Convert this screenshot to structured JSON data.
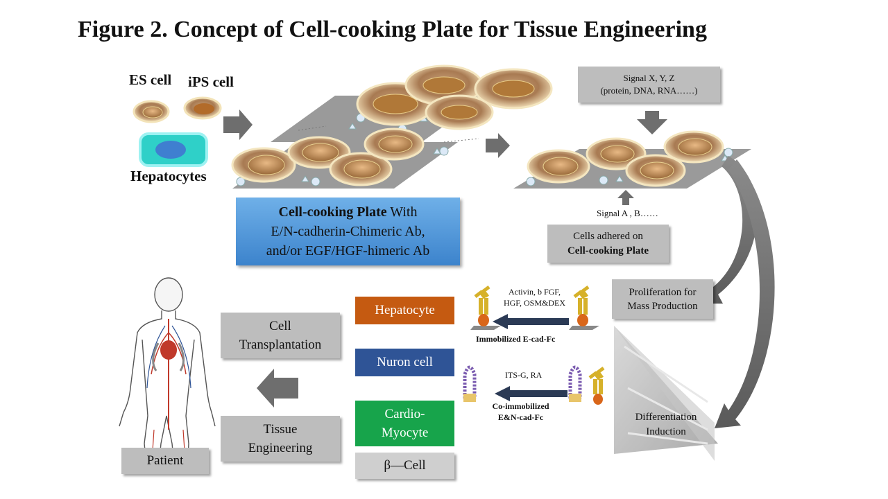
{
  "title": "Figure 2. Concept of Cell-cooking Plate for Tissue Engineering",
  "sources": {
    "es": "ES cell",
    "ips": "iPS cell",
    "hepatocytes": "Hepatocytes"
  },
  "plate_box": {
    "line1_bold": "Cell-cooking Plate",
    "line1_rest": " With",
    "line2": "E/N-cadherin-Chimeric Ab,",
    "line3": "and/or EGF/HGF-himeric Ab"
  },
  "signal_xyz": {
    "line1": "Signal  X, Y, Z",
    "line2": "(protein,  DNA, RNA……)"
  },
  "signal_ab": "Signal  A , B……",
  "cells_adhered": {
    "line1": "Cells adhered on",
    "line2": "Cell-cooking Plate"
  },
  "proliferation": {
    "line1": "Proliferation  for",
    "line2": "Mass Production"
  },
  "activin": {
    "line1": "Activin, b FGF,",
    "line2": "HGF, OSM&DEX"
  },
  "immobilized_ecad": "Immobilized  E-cad-Fc",
  "its_g": "ITS-G, RA",
  "co_immobilized": {
    "line1": "Co-immobilized",
    "line2": "E&N-cad-Fc"
  },
  "differentiation": {
    "line1": "Differentiation",
    "line2": "Induction"
  },
  "targets": {
    "hepatocyte": "Hepatocyte",
    "nuron": "Nuron cell",
    "cardio_line1": "Cardio-",
    "cardio_line2": "Myocyte",
    "beta": "β—Cell"
  },
  "transplantation": {
    "line1": "Cell",
    "line2": "Transplantation"
  },
  "tissue_engineering": {
    "line1": "Tissue",
    "line2": "Engineering"
  },
  "patient": "Patient",
  "colors": {
    "hepatocyte": "#c55a11",
    "nuron": "#2f5496",
    "cardio": "#17a44b",
    "plate_box": "#4a90d9",
    "gray_box": "#bdbdbd",
    "arrow_dark": "#2b3a55"
  }
}
